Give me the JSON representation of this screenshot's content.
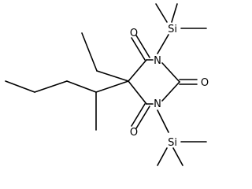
{
  "molecule": {
    "atoms": {
      "o_top": "O",
      "n_top": "N",
      "o_right": "O",
      "n_bottom": "N",
      "o_bottom": "O",
      "si_top": "Si",
      "si_bottom": "Si"
    }
  }
}
